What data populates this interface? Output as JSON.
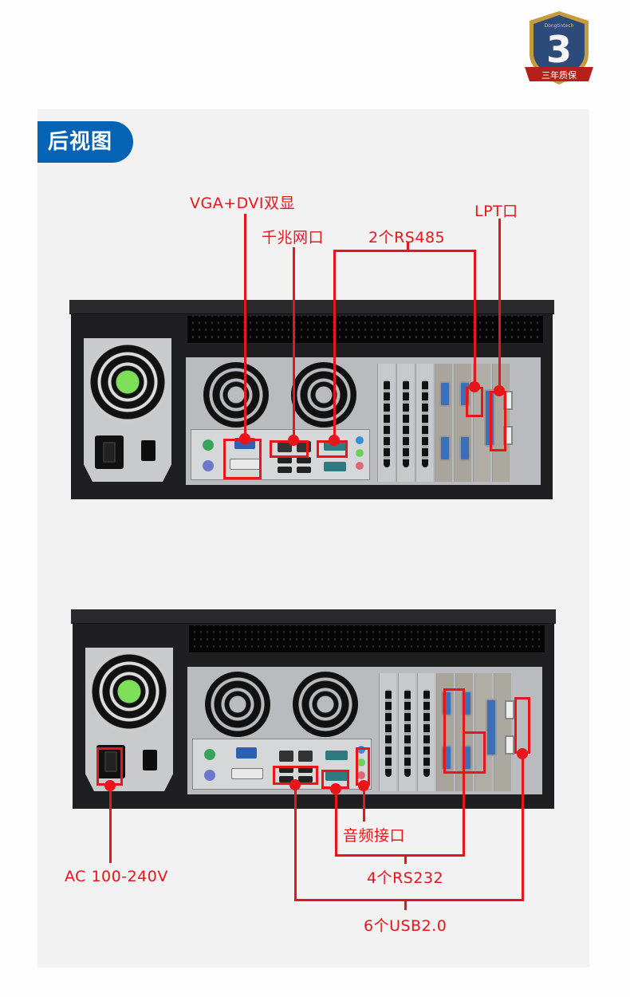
{
  "badge": {
    "number": "3",
    "brand": "Dongtintech",
    "ribbon": "三年质保",
    "colors": {
      "shield": "#2c4a7a",
      "ribbon": "#b5201c",
      "gold": "#c79a3b"
    }
  },
  "section": {
    "title": "后视图",
    "title_bg": "#0563b5"
  },
  "top_view": {
    "labels": {
      "vga_dvi": "VGA+DVI双显",
      "gigabit_lan": "千兆网口",
      "rs485": "2个RS485",
      "lpt": "LPT口"
    }
  },
  "bottom_view": {
    "labels": {
      "ac_power": "AC 100-240V",
      "audio": "音频接口",
      "rs232": "4个RS232",
      "usb": "6个USB2.0"
    }
  },
  "colors": {
    "annotation": "#e8151b",
    "panel_bg": "#f2f2f2"
  }
}
